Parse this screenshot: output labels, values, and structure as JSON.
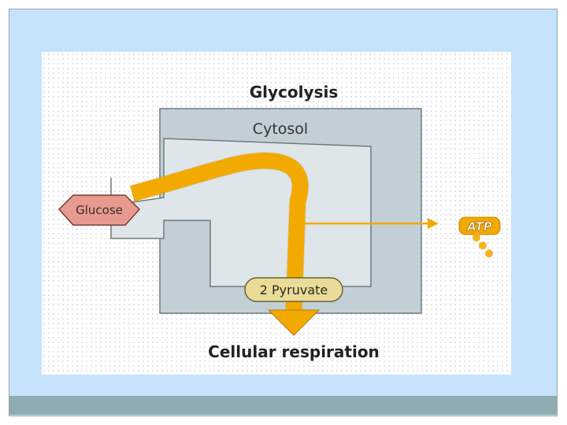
{
  "diagram": {
    "title": "Glycolysis",
    "compartment_label": "Cytosol",
    "input_label": "Glucose",
    "output_label": "2 Pyruvate",
    "destination_label": "Cellular respiration",
    "energy_label": "ATP"
  },
  "colors": {
    "slide_background": "#c6e3fb",
    "bottom_bar": "#8fadb0",
    "cytosol_fill": "#c3cfd6",
    "pathway_arrow": "#f2a900",
    "glucose_fill": "#e89a91",
    "pyruvate_fill": "#e8dc98",
    "atp": "#f2a900"
  }
}
